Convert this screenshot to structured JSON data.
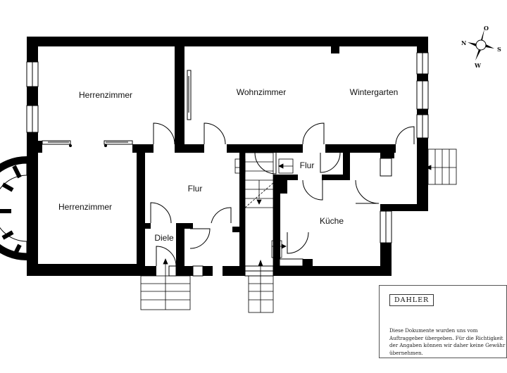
{
  "rooms": {
    "herrenzimmer_top": "Herrenzimmer",
    "wohnzimmer": "Wohnzimmer",
    "wintergarten": "Wintergarten",
    "herrenzimmer_bottom": "Herrenzimmer",
    "flur_main": "Flur",
    "flur_small": "Flur",
    "diele": "Diele",
    "kueche": "Küche"
  },
  "compass": {
    "north": "N",
    "east": "O",
    "south": "S",
    "west": "W"
  },
  "logo": "DAHLER",
  "disclaimer": "Diese Dokumente wurden uns vom Auftraggeber übergeben. Für die Richtigkeit der Angaben können wir daher keine Gewähr übernehmen.",
  "colors": {
    "wall": "#000000",
    "line": "#111111",
    "background": "#ffffff"
  }
}
